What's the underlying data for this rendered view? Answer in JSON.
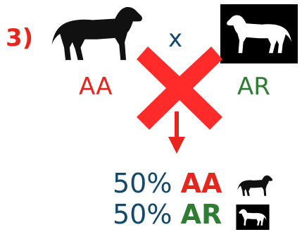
{
  "step": {
    "label": "3)"
  },
  "cross": {
    "symbol": "x"
  },
  "parents": {
    "left": {
      "genotype": "AA",
      "image": "black-dog-on-white-icon"
    },
    "right": {
      "genotype": "AR",
      "image": "white-dog-on-black-icon"
    }
  },
  "offspring": [
    {
      "percent": "50%",
      "genotype": "AA",
      "image": "black-dog-on-white-icon"
    },
    {
      "percent": "50%",
      "genotype": "AR",
      "image": "white-dog-on-black-icon"
    }
  ],
  "overlay": {
    "icon": "red-x-icon"
  },
  "arrow": {
    "icon": "down-arrow-icon"
  },
  "colors": {
    "red": "#e8251c",
    "green": "#2e7d32",
    "navy": "#134a6b",
    "cross_x": "#ff2a2a",
    "black": "#111111",
    "white": "#ffffff"
  }
}
